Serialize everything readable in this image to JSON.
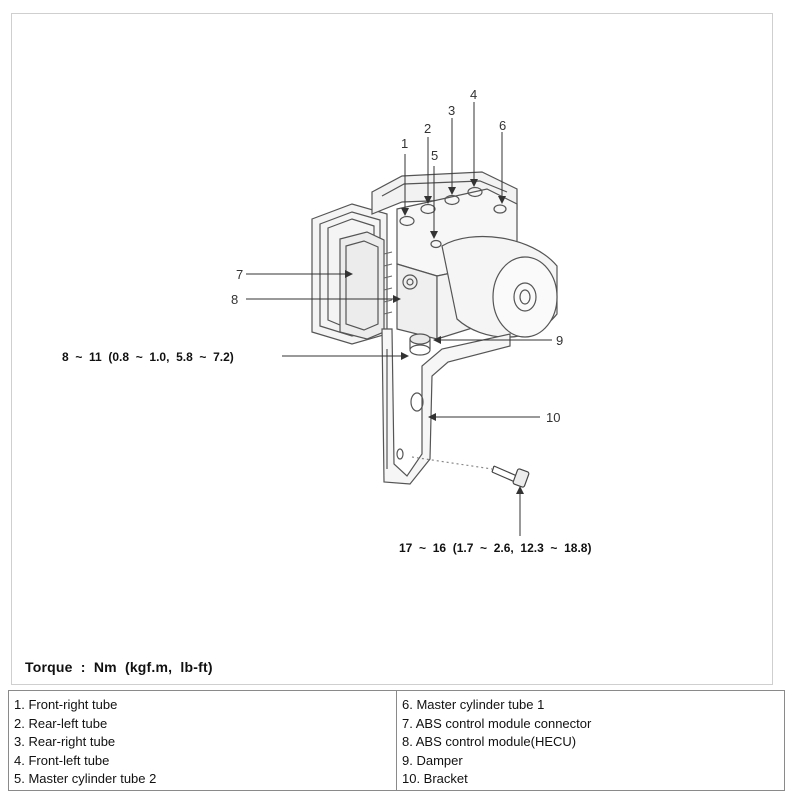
{
  "diagram": {
    "callouts": [
      "1",
      "2",
      "3",
      "4",
      "5",
      "6",
      "7",
      "8",
      "9",
      "10"
    ],
    "torque_upper": "8  ~  11  (0.8  ~  1.0,  5.8  ~  7.2)",
    "torque_lower": "17  ~  16  (1.7  ~  2.6,  12.3  ~  18.8)",
    "torque_unit_note": "Torque  :  Nm  (kgf.m,  lb-ft)"
  },
  "legend": {
    "left": [
      "1. Front-right tube",
      "2. Rear-left tube",
      "3. Rear-right tube",
      "4. Front-left tube",
      "5. Master cylinder tube 2"
    ],
    "right": [
      "6. Master cylinder tube 1",
      "7. ABS control module connector",
      "8. ABS control module(HECU)",
      "9. Damper",
      "10. Bracket"
    ]
  }
}
